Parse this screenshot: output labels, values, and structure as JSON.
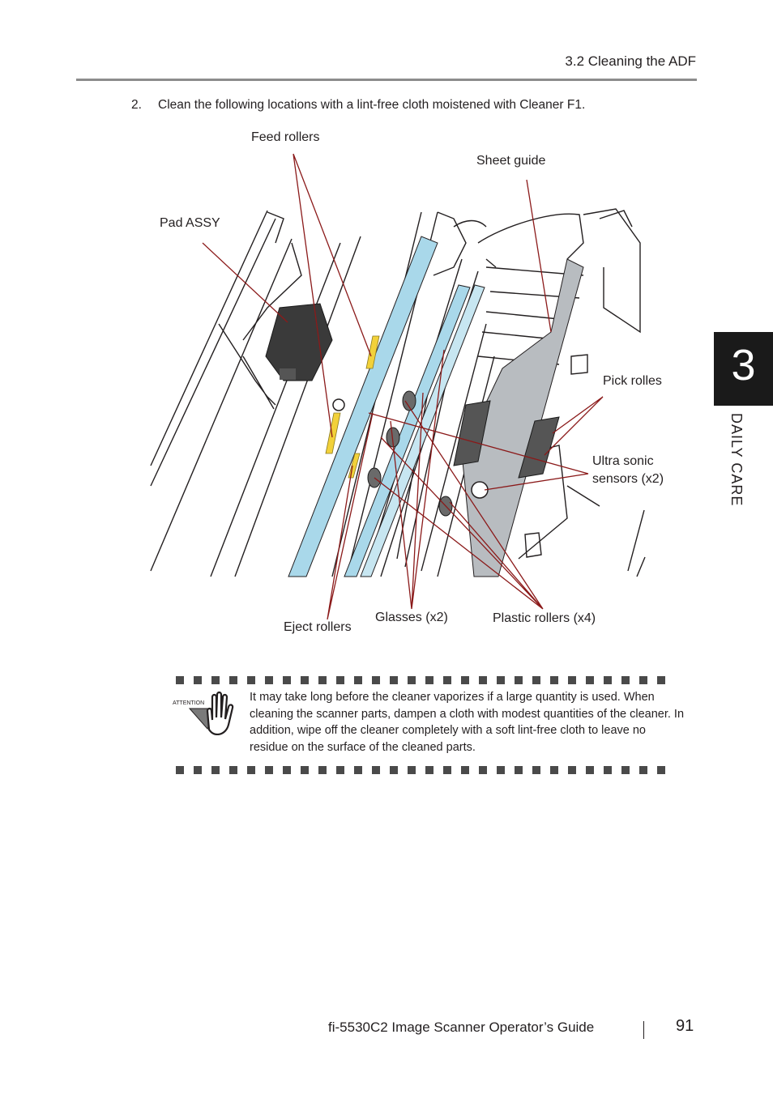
{
  "header": {
    "section": "3.2 Cleaning the ADF"
  },
  "step": {
    "number": "2.",
    "text": "Clean the following locations with a lint-free cloth moistened with Cleaner F1."
  },
  "figure": {
    "callouts": {
      "feed_rollers": "Feed rollers",
      "sheet_guide": "Sheet guide",
      "pad_assy": "Pad ASSY",
      "pick_rolles": "Pick rolles",
      "ultra_sonic_line1": "Ultra sonic",
      "ultra_sonic_line2": "sensors (x2)",
      "eject_rollers": "Eject rollers",
      "glasses": "Glasses (x2)",
      "plastic_rollers": "Plastic rollers (x4)"
    },
    "colors": {
      "leader": "#8b1a1a",
      "glass": "#a9d8ea",
      "guide": "#b8bcc0",
      "pad": "#3a3a3a",
      "sensor_marker": "#f2d13a"
    }
  },
  "attention": {
    "icon_label": "ATTENTION",
    "icon": "hand-warning-icon",
    "text": "It may take long before the cleaner vaporizes if a large quantity is used. When cleaning the scanner parts, dampen a cloth with modest quantities of the cleaner. In addition, wipe off the cleaner completely with a soft lint-free cloth to leave no residue on the surface of the cleaned parts."
  },
  "chapter_tab": {
    "number": "3",
    "label": "DAILY CARE"
  },
  "footer": {
    "guide_title": "fi-5530C2 Image Scanner Operator’s Guide",
    "page": "91"
  }
}
